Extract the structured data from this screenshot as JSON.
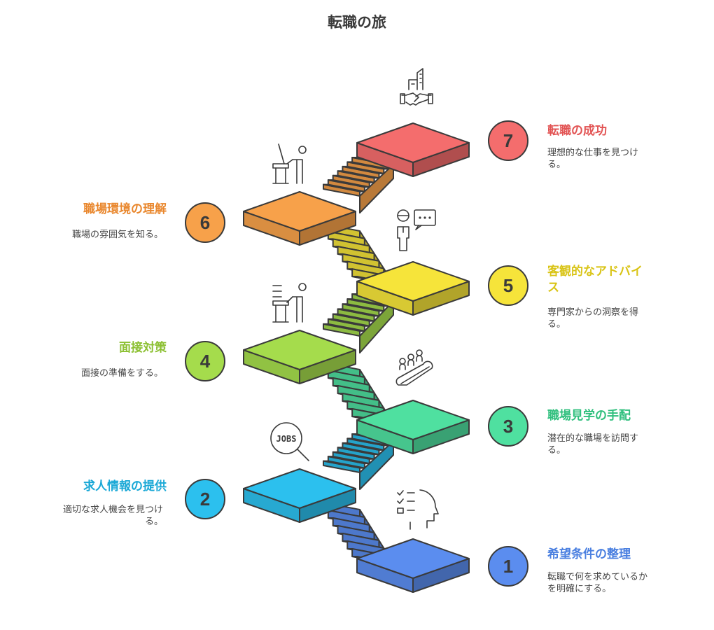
{
  "title": "転職の旅",
  "colors": {
    "outline": "#3a3a3a",
    "step1": "#5b8def",
    "step2": "#2cc0ee",
    "step3": "#4fe0a0",
    "step4": "#a5dc4c",
    "step5": "#f6e43a",
    "step6": "#f7a14a",
    "step7": "#f46d6d"
  },
  "steps": [
    {
      "number": "1",
      "title": "希望条件の整理",
      "title_color": "#4a7fe0",
      "desc_lines": [
        "転職で何を求めているか",
        "を明確にする。"
      ],
      "icon": "checklist-head-icon"
    },
    {
      "number": "2",
      "title": "求人情報の提供",
      "title_color": "#1aa8d6",
      "desc_lines": [
        "適切な求人機会を見つけ",
        "る。"
      ],
      "icon": "jobs-magnifier-icon",
      "icon_text": "JOBS"
    },
    {
      "number": "3",
      "title": "職場見学の手配",
      "title_color": "#2fbf7d",
      "desc_lines": [
        "潜在的な職場を訪問す",
        "る。"
      ],
      "icon": "people-escalator-icon"
    },
    {
      "number": "4",
      "title": "面接対策",
      "title_color": "#8cc032",
      "desc_lines": [
        "面接の準備をする。"
      ],
      "icon": "presenter-board-icon"
    },
    {
      "number": "5",
      "title_lines": [
        "客観的なアドバイ",
        "ス"
      ],
      "title_color": "#d9c416",
      "desc_lines": [
        "専門家からの洞察を得",
        "る。"
      ],
      "icon": "advisor-speech-icon"
    },
    {
      "number": "6",
      "title": "職場環境の理解",
      "title_color": "#e9872d",
      "desc_lines": [
        "職場の雰囲気を知る。"
      ],
      "icon": "teacher-podium-icon"
    },
    {
      "number": "7",
      "title": "転職の成功",
      "title_color": "#e25353",
      "desc_lines": [
        "理想的な仕事を見つけ",
        "る。"
      ],
      "icon": "handshake-buildings-icon"
    }
  ]
}
